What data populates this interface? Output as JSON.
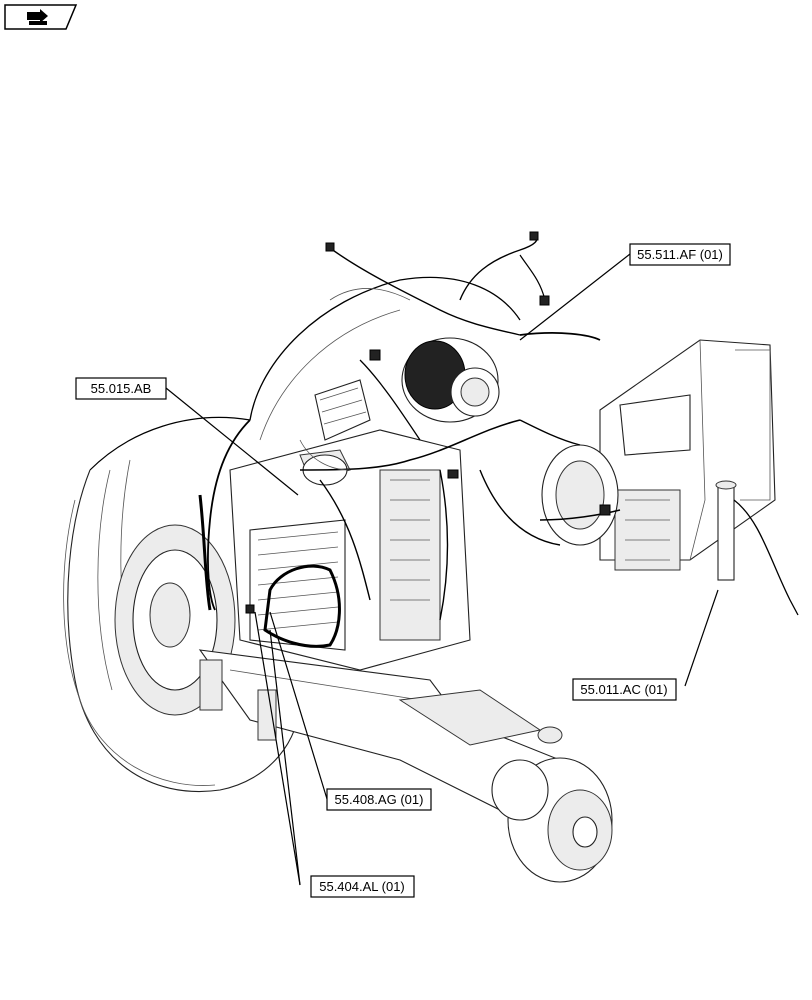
{
  "toolbar": {
    "nav_icon": "section-arrow-icon"
  },
  "callouts": {
    "c1": "55.015.AB",
    "c2": "55.511.AF (01)",
    "c3": "55.011.AC (01)",
    "c4": "55.408.AG (01)",
    "c5": "55.404.AL (01)"
  }
}
